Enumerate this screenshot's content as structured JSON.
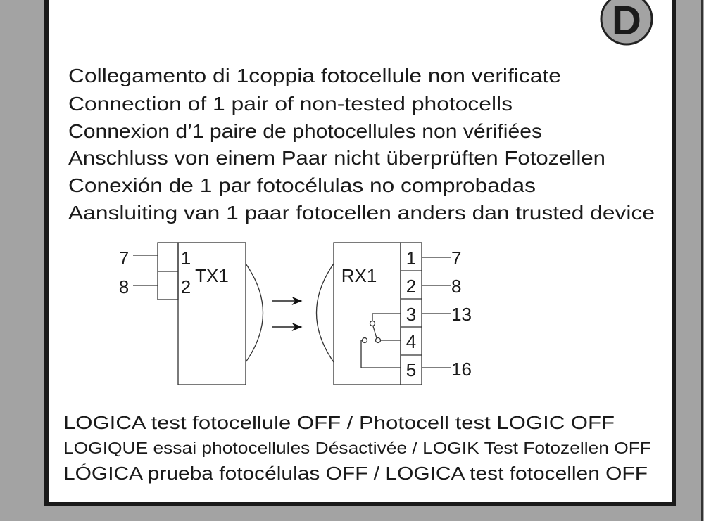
{
  "badge": {
    "letter": "D",
    "fill": "#a3a3a3"
  },
  "title_lines": [
    "Collegamento di 1coppia fotocellule non verificate",
    "Connection of 1 pair of non-tested photocells",
    "Connexion d’1 paire de photocellules non vérifiées",
    "Anschluss von einem Paar nicht überprüften Fotozellen",
    "Conexión de 1 par fotocélulas no comprobadas",
    "Aansluiting van 1 paar fotocellen anders dan trusted device"
  ],
  "diagram": {
    "tx": {
      "label": "TX1",
      "terminals": [
        "1",
        "2"
      ],
      "wires": [
        "7",
        "8"
      ]
    },
    "rx": {
      "label": "RX1",
      "terminals": [
        "1",
        "2",
        "3",
        "4",
        "5"
      ],
      "wires": [
        "7",
        "8",
        "13",
        "16"
      ]
    }
  },
  "logic_lines": [
    "LOGICA test fotocellule OFF / Photocell test LOGIC OFF",
    "LOGIQUE essai photocellules Désactivée / LOGIK Test Fotozellen OFF",
    "LÓGICA prueba fotocélulas OFF / LOGICA test fotocellen OFF"
  ]
}
